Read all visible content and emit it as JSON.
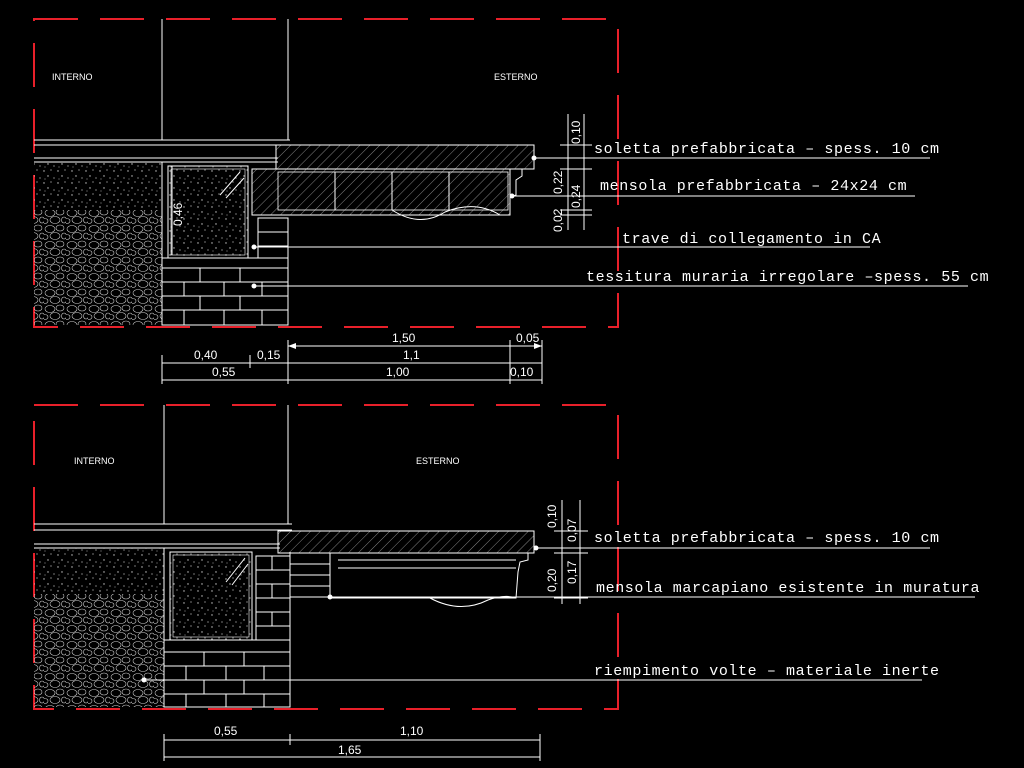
{
  "top": {
    "interno": "INTERNO",
    "esterno": "ESTERNO",
    "labels": {
      "soletta": "soletta prefabbricata – spess. 10 cm",
      "mensola": "mensola prefabbricata – 24x24 cm",
      "trave": "trave di collegamento in CA",
      "tessitura": "tessitura muraria irregolare –spess. 55 cm"
    },
    "vdims": {
      "d010": "0,10",
      "d022": "0,22",
      "d024": "0,24",
      "d002": "0,02",
      "d046": "0,46"
    },
    "hdims": {
      "d150": "1,50",
      "d005": "0,05",
      "d040": "0,40",
      "d015": "0,15",
      "d11": "1,1",
      "d055": "0,55",
      "d100": "1,00",
      "d010": "0,10"
    }
  },
  "bottom": {
    "interno": "INTERNO",
    "esterno": "ESTERNO",
    "labels": {
      "soletta": "soletta prefabbricata – spess. 10 cm",
      "mensola": "mensola marcapiano esistente in muratura",
      "riempimento": "riempimento volte – materiale inerte"
    },
    "vdims": {
      "d010": "0,10",
      "d007": "0,07",
      "d020": "0,20",
      "d017": "0,17"
    },
    "hdims": {
      "d055": "0,55",
      "d110": "1,10",
      "d165": "1,65"
    }
  },
  "colors": {
    "background": "#000000",
    "lines": "#ffffff",
    "frame": "#e8202a"
  }
}
